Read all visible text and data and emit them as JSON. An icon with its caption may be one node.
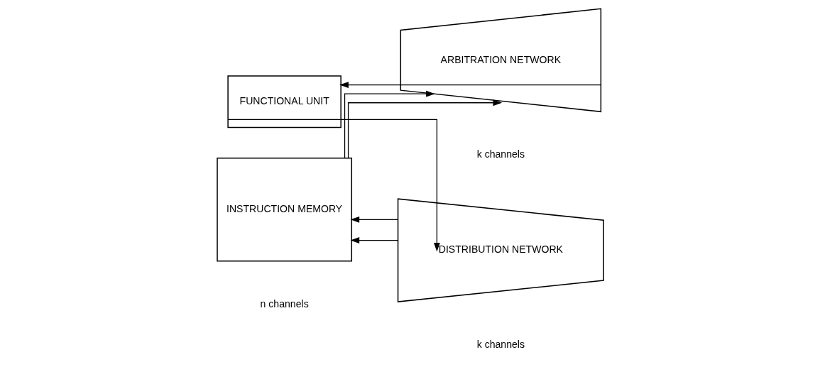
{
  "diagram": {
    "nodes": [
      {
        "text": [
          "FUNCTIONAL UNIT"
        ]
      },
      {
        "text": [
          "DISTRIBUTION NETWORK"
        ]
      },
      {
        "text": [
          "INSTRUCTION MEMORY"
        ]
      },
      {
        "text": [
          "ARBITRATION NETWORK"
        ]
      }
    ],
    "edges": [
      {
        "from": 0,
        "to": 1,
        "arrow": "to"
      },
      {
        "from": 1,
        "to": 2,
        "arrow": "to"
      },
      {
        "from": 1,
        "to": 2,
        "arrow": "to"
      },
      {
        "from": 2,
        "to": 3,
        "arrow": "to"
      },
      {
        "from": 2,
        "to": 3,
        "arrow": "to"
      },
      {
        "from": 3,
        "to": 0,
        "arrow": "to"
      }
    ],
    "labels": [
      "n channels",
      "k channels",
      "k channels"
    ]
  }
}
